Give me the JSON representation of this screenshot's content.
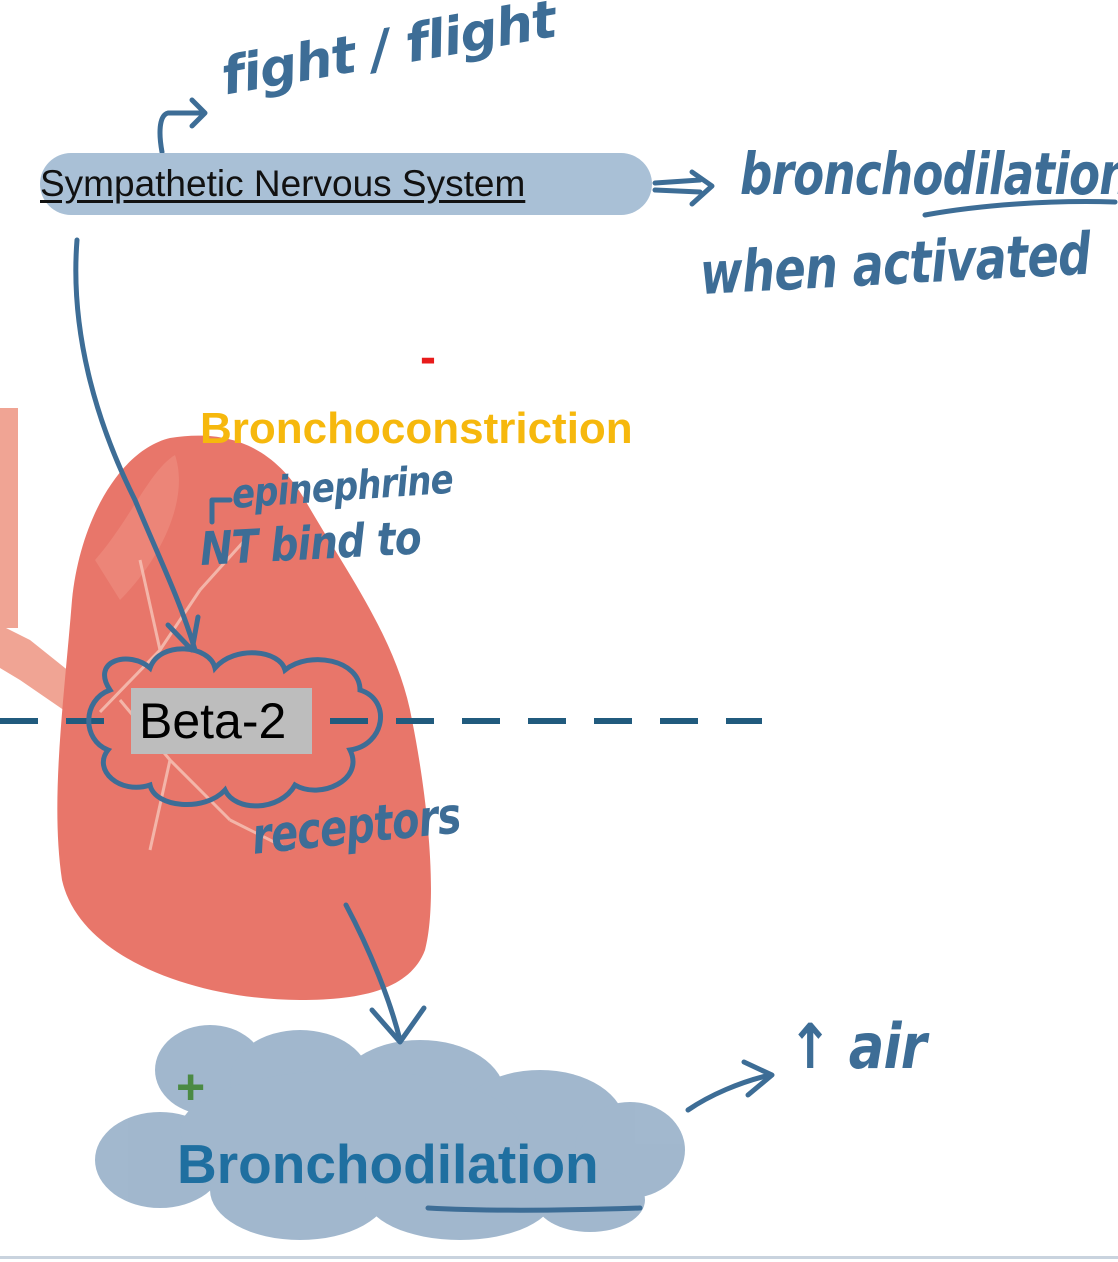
{
  "diagram": {
    "sympathetic_label": "Sympathetic Nervous System",
    "inhibit_sign": "-",
    "bronchoconstriction_label": "Bronchoconstriction",
    "receptor_label": "Beta-2",
    "stimulate_sign": "+",
    "bronchodilation_label": "Bronchodilation"
  },
  "handwriting": {
    "fight_flight": "fight / flight",
    "bronchodilation_note": "bronchodilation",
    "when_activated": "when activated",
    "epinephrine": "epinephrine",
    "nt_bind_to": "NT bind to",
    "receptors": "receptors",
    "increase_air": "↑ air"
  },
  "colors": {
    "ink": "#3d6d96",
    "pill": "#a9c0d6",
    "lung": "#e8766a",
    "constriction": "#f6b80d",
    "dilation": "#1f6fa0",
    "minus": "#e81b1b",
    "plus": "#4b8a43"
  }
}
